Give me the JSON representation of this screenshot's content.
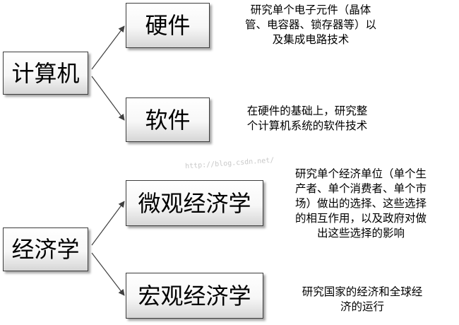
{
  "diagram": {
    "group1": {
      "root": "计算机",
      "children": [
        {
          "label": "硬件",
          "description": "研究单个电子元件（晶体\n管、电容器、锁存器等）以\n及集成电路技术"
        },
        {
          "label": "软件",
          "description": "在硬件的基础上，研究整\n个计算机系统的软件技术"
        }
      ]
    },
    "group2": {
      "root": "经济学",
      "children": [
        {
          "label": "微观经济学",
          "description": "研究单个经济单位（单个生\n产者、单个消费者、单个市\n场）做出的选择、这些选择\n的相互作用，以及政府对做\n出这些选择的影响"
        },
        {
          "label": "宏观经济学",
          "description": "研究国家的经济和全球经\n济的运行"
        }
      ]
    }
  },
  "watermark": "http://blog.csdn.net/"
}
